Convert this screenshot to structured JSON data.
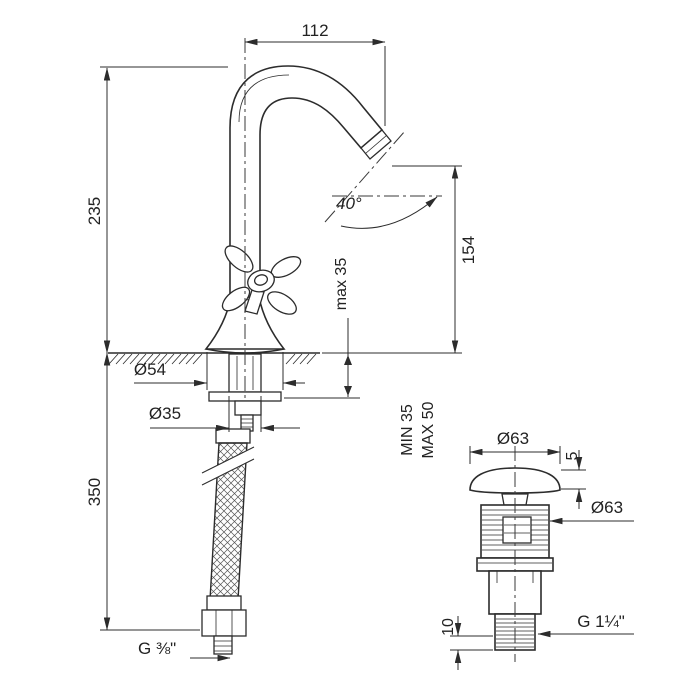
{
  "drawing": {
    "background": "#ffffff",
    "line_color": "#2c2c2c",
    "faucet": {
      "spout_reach": "112",
      "body_height": "235",
      "spout_outlet_height": "154",
      "spout_angle": "40°",
      "max_deck_thickness": "max 35",
      "base_diameter": "Ø54",
      "shank_diameter": "Ø35",
      "hose_length": "350",
      "inlet_thread": "G ⅜\""
    },
    "drain": {
      "min_deck": "MIN 35",
      "max_deck": "MAX 50",
      "cap_diameter": "Ø63",
      "cap_edge_height": "5",
      "body_diameter": "Ø63",
      "outlet_stub_length": "10",
      "outlet_thread": "G 1¼\""
    }
  }
}
